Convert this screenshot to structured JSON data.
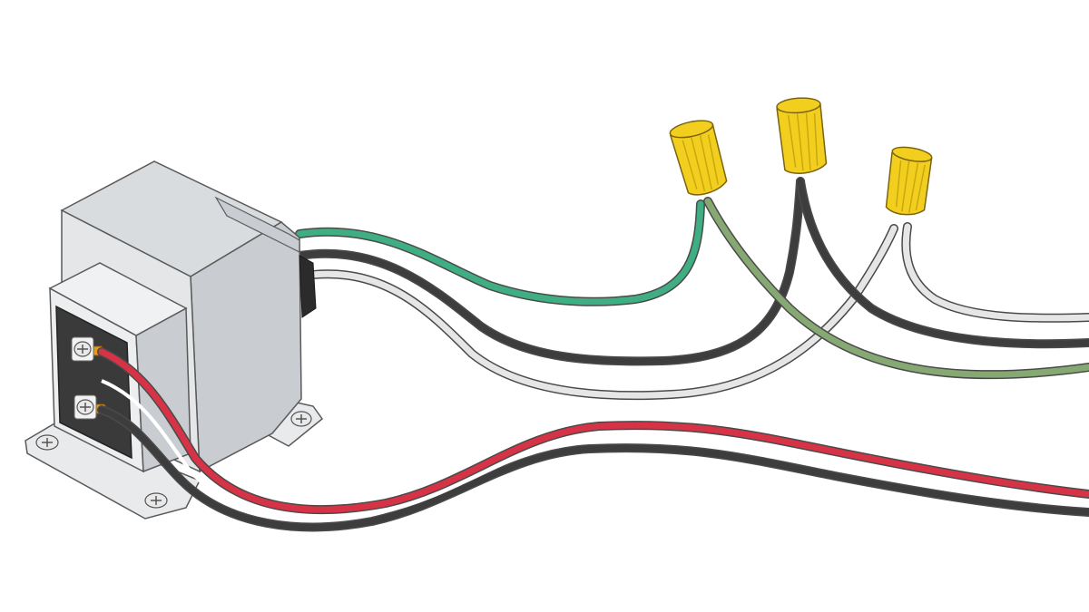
{
  "illustration": {
    "subject": "transformer-wiring",
    "colors": {
      "background": "#ffffff",
      "outline": "#5a5a5a",
      "housing_top": "#d9dcdf",
      "housing_side": "#c9cdd1",
      "housing_front": "#e4e6e8",
      "terminal_plate": "#3a3a3a",
      "wire_green": "#3fae82",
      "wire_black": "#3d3d3d",
      "wire_white": "#e6e6e6",
      "wire_ground": "#86a872",
      "wire_red": "#d63347",
      "wire_nut": "#f2cf1f",
      "terminal_tab": "#e59a1c"
    },
    "wires": [
      {
        "name": "primary-green-wire",
        "color": "wire_green"
      },
      {
        "name": "primary-black-wire",
        "color": "wire_black"
      },
      {
        "name": "primary-white-wire",
        "color": "wire_white"
      },
      {
        "name": "house-ground-wire",
        "color": "wire_ground"
      },
      {
        "name": "house-black-wire",
        "color": "wire_black"
      },
      {
        "name": "house-white-wire",
        "color": "wire_white"
      },
      {
        "name": "low-voltage-red-wire",
        "color": "wire_red"
      },
      {
        "name": "low-voltage-black-wire",
        "color": "wire_black"
      }
    ],
    "wire_nuts": [
      {
        "name": "wire-nut-ground"
      },
      {
        "name": "wire-nut-hot"
      },
      {
        "name": "wire-nut-neutral"
      }
    ],
    "icons": [
      "screw-icon",
      "mounting-screw-icon"
    ]
  }
}
